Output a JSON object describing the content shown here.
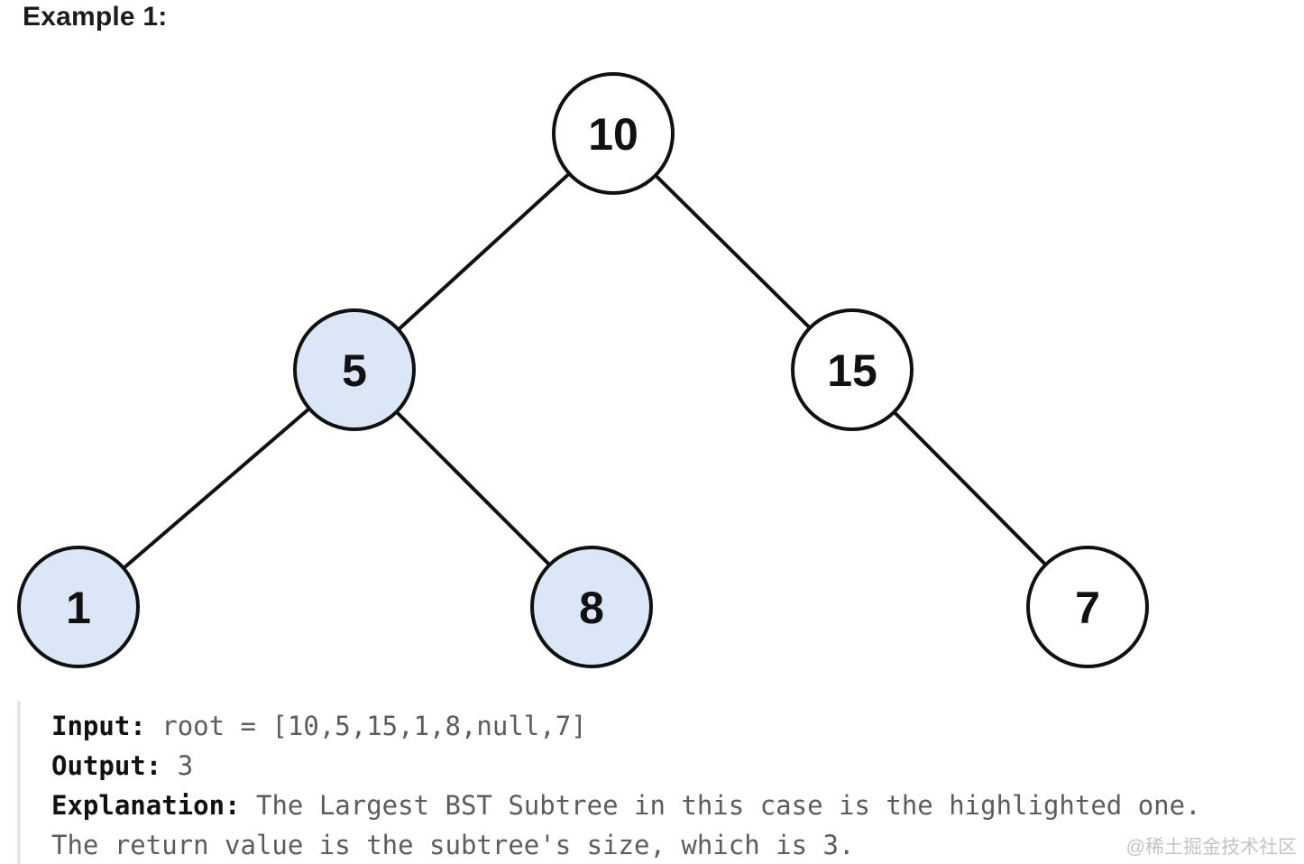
{
  "heading": "Example 1:",
  "tree": {
    "node_fill": "#ffffff",
    "highlight_fill": "#dbe6f6",
    "nodes": [
      {
        "label": "10"
      },
      {
        "label": "5"
      },
      {
        "label": "15"
      },
      {
        "label": "1"
      },
      {
        "label": "8"
      },
      {
        "label": "7"
      }
    ]
  },
  "example": {
    "input_label": "Input:",
    "input_value": "root = [10,5,15,1,8,null,7]",
    "output_label": "Output:",
    "output_value": "3",
    "explanation_label": "Explanation:",
    "explanation_line1": "The Largest BST Subtree in this case is the highlighted one.",
    "explanation_line2": "The return value is the subtree's size, which is 3."
  },
  "watermark": "@稀土掘金技术社区"
}
